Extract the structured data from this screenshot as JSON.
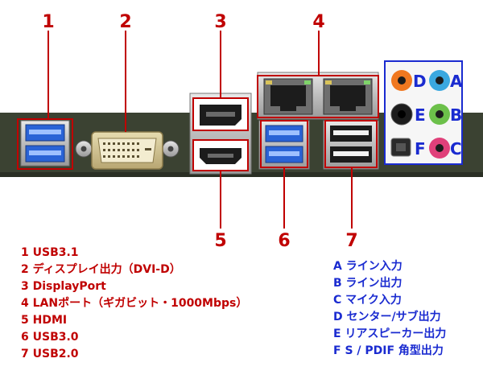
{
  "callouts": {
    "usb31": "1",
    "dvi": "2",
    "displayport": "3",
    "lan": "4",
    "hdmi": "5",
    "usb30": "6",
    "usb20": "7"
  },
  "audio_letters": {
    "line_in": "A",
    "line_out": "B",
    "mic_in": "C",
    "center_sub": "D",
    "rear_speaker": "E",
    "spdif": "F"
  },
  "legend_ports": [
    "1 USB3.1",
    "2 ディスプレイ出力（DVI-D）",
    "3 DisplayPort",
    "4 LANポート（ギガビット・1000Mbps）",
    "5 HDMI",
    "6 USB3.0",
    "7 USB2.0"
  ],
  "legend_audio": [
    "A ライン入力",
    "B ライン出力",
    "C マイク入力",
    "D センター/サブ出力",
    "E リアスピーカー出力",
    "F S / PDIF 角型出力"
  ],
  "colors": {
    "callout_red": "#c00000",
    "audio_blue": "#1a2bd0",
    "usb3_blue": "#2a63d6",
    "jack_orange": "#f07820",
    "jack_lightblue": "#3aa8e0",
    "jack_green": "#6cc04a",
    "jack_pink": "#e0407a",
    "jack_black": "#1c1c1c"
  }
}
